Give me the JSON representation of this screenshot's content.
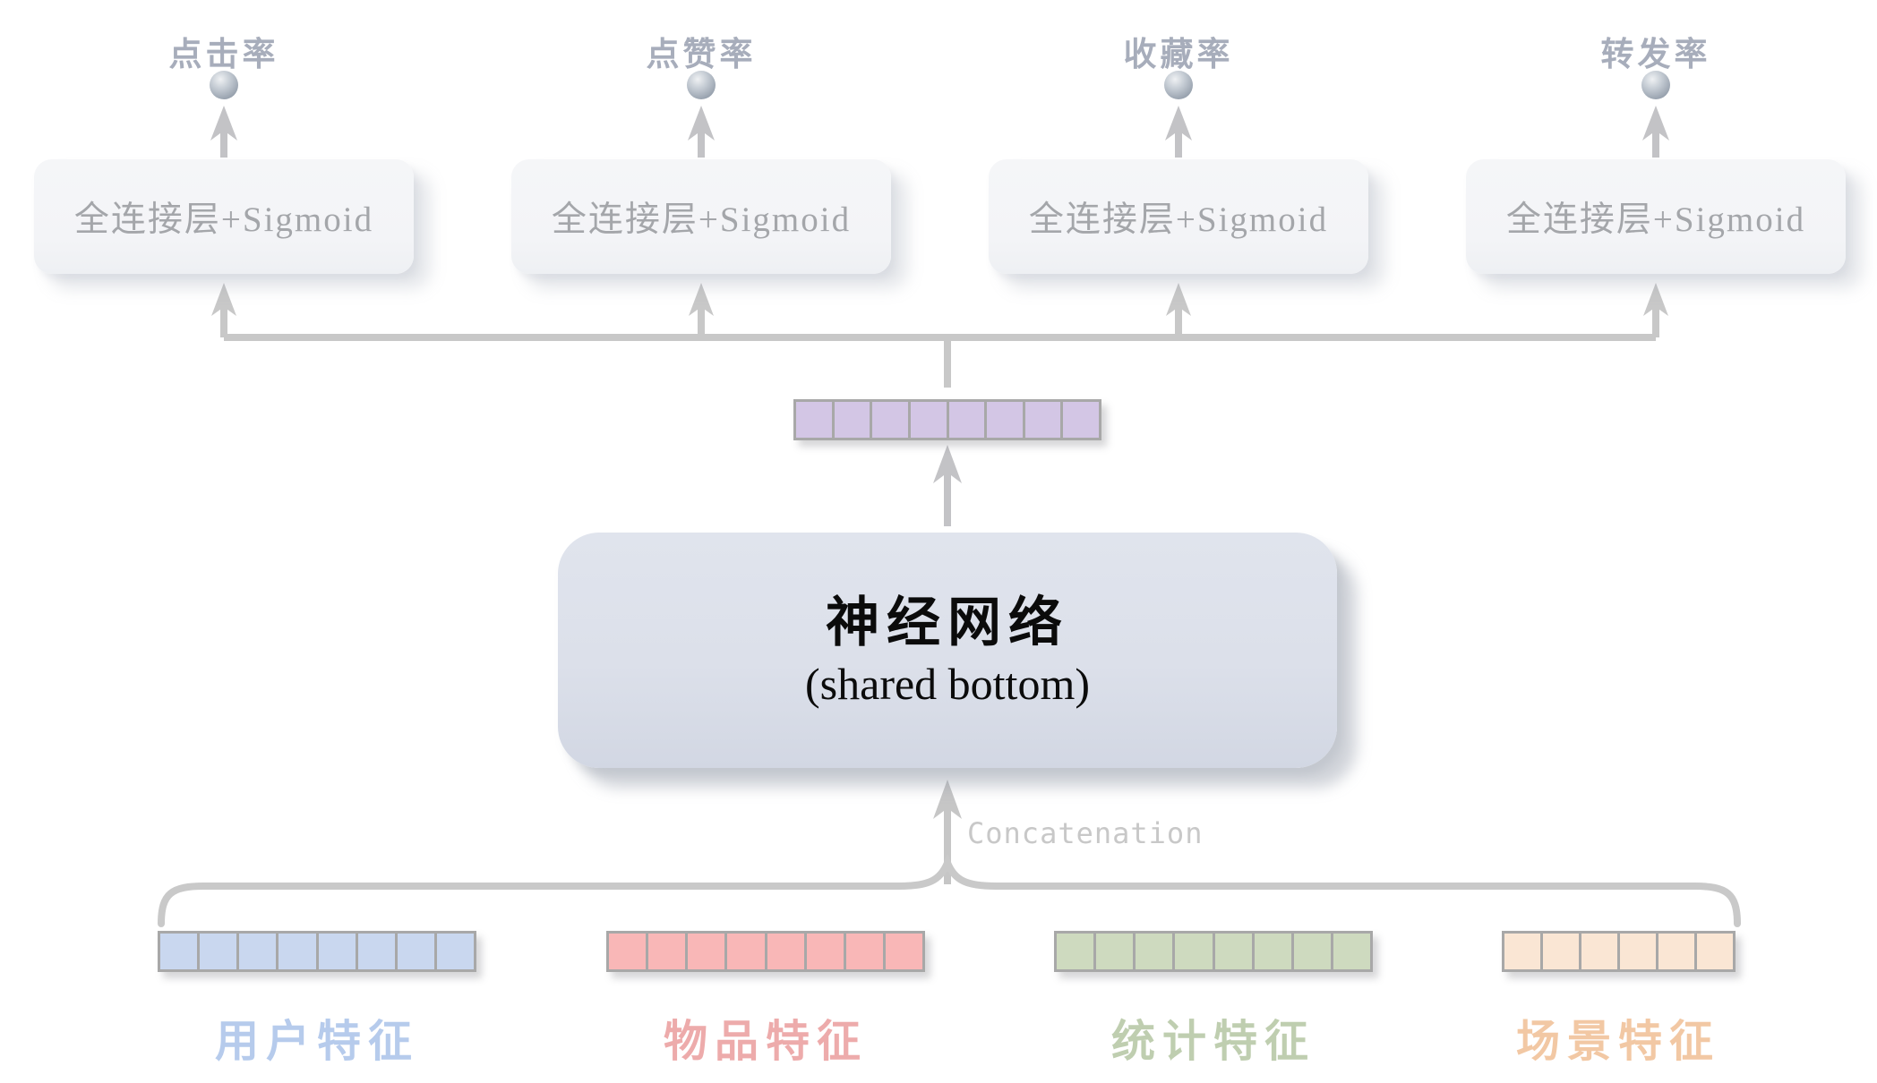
{
  "diagram": {
    "title_box": {
      "title": "神经网络",
      "subtitle": "(shared bottom)"
    },
    "concat_label": "Concatenation",
    "fc_box_label": "全连接层+Sigmoid",
    "tasks": [
      {
        "label": "点击率"
      },
      {
        "label": "点赞率"
      },
      {
        "label": "收藏率"
      },
      {
        "label": "转发率"
      }
    ],
    "shared_vector": {
      "segments": 8,
      "fill": "#d3c6e5"
    },
    "feature_bars": [
      {
        "label": "用户特征",
        "segments": 8,
        "fill": "#c9d7ef",
        "label_color": "#b6cbec"
      },
      {
        "label": "物品特征",
        "segments": 8,
        "fill": "#f9b7b7",
        "label_color": "#edabab"
      },
      {
        "label": "统计特征",
        "segments": 8,
        "fill": "#cedabf",
        "label_color": "#bfceb0"
      },
      {
        "label": "场景特征",
        "segments": 6,
        "fill": "#fae6d4",
        "label_color": "#f2c8a4"
      }
    ],
    "colors": {
      "connector_line": "#c8c8c8",
      "bar_border": "#a8a8a8",
      "task_label": "#a7adbb",
      "fc_box_fill": "#f4f5f7",
      "fc_text": "#a4a6aa",
      "shared_box_fill": "#dce0ea",
      "shared_text": "#0b0b0b",
      "concat_text": "#c8c8c8",
      "sphere": "#b2bac4"
    }
  }
}
